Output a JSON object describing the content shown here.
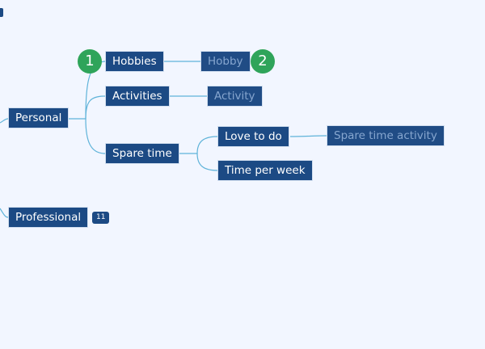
{
  "mindmap": {
    "branches": {
      "personal": "Personal",
      "professional": "Professional",
      "professional_count": "11"
    },
    "personal_children": {
      "hobbies": "Hobbies",
      "activities": "Activities",
      "spare_time": "Spare time"
    },
    "grandchildren": {
      "hobby": "Hobby",
      "activity": "Activity",
      "love_to_do": "Love to do",
      "time_per_week": "Time per week",
      "spare_time_activity": "Spare time activity"
    },
    "markers": {
      "step_1": "1",
      "step_2": "2"
    }
  },
  "colors": {
    "background": "#f2f6ff",
    "node_fill": "#1c4a84",
    "node_border": "#d2dff0",
    "placeholder_text": "#86a6cf",
    "connector": "#5fb3d9",
    "marker_green": "#2fa45a"
  }
}
